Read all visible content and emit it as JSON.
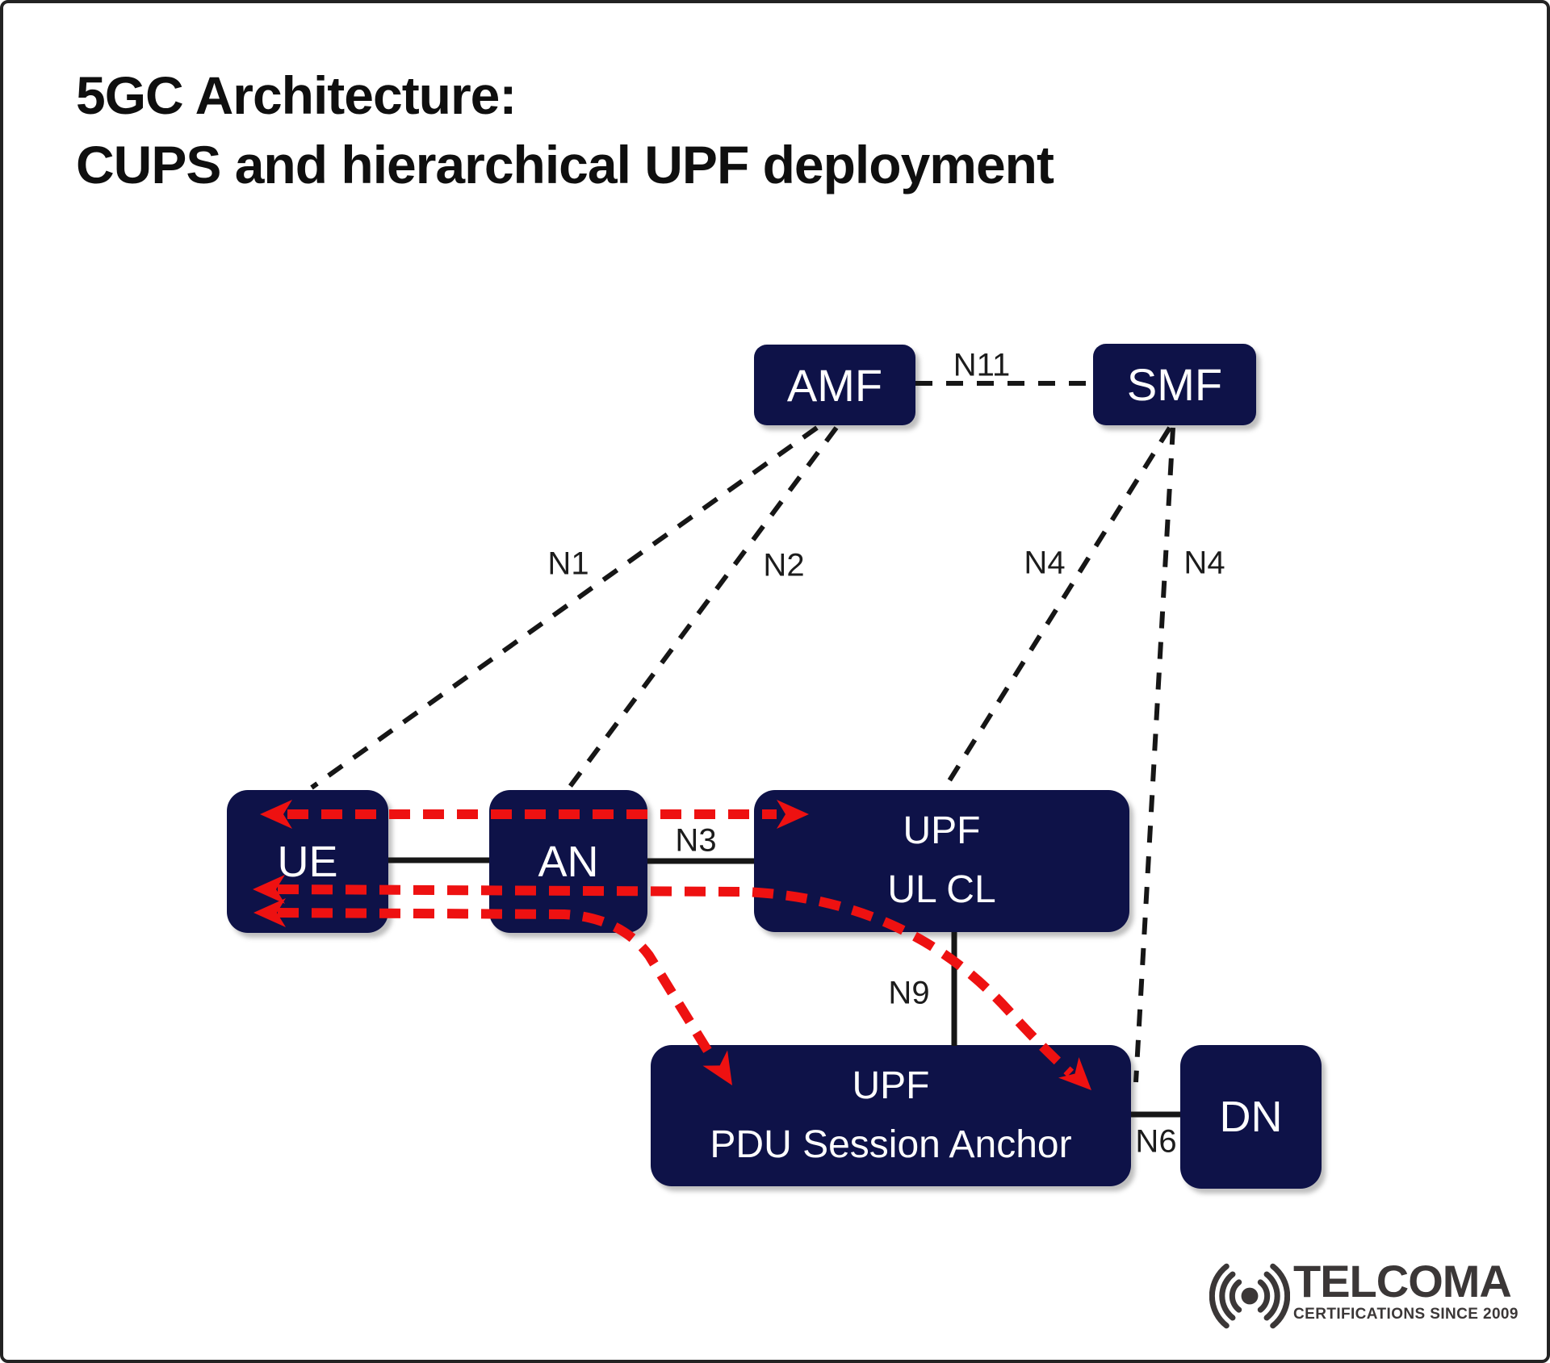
{
  "title": {
    "line1": "5GC Architecture:",
    "line2": "CUPS and hierarchical UPF deployment"
  },
  "nodes": {
    "amf": {
      "label": "AMF"
    },
    "smf": {
      "label": "SMF"
    },
    "ue": {
      "label": "UE"
    },
    "an": {
      "label": "AN"
    },
    "upf_ulcl": {
      "line1": "UPF",
      "line2": "UL CL"
    },
    "upf_psa": {
      "line1": "UPF",
      "line2": "PDU Session Anchor"
    },
    "dn": {
      "label": "DN"
    }
  },
  "interface_labels": {
    "n11": "N11",
    "n1": "N1",
    "n2": "N2",
    "n4_left": "N4",
    "n4_right": "N4",
    "n3": "N3",
    "n9": "N9",
    "n6": "N6"
  },
  "colors": {
    "node_fill": "#0e1248",
    "node_text": "#ffffff",
    "control_plane_line": "#161616",
    "user_plane_flow_red": "#ee1111"
  },
  "logo": {
    "brand": "TELCOMA",
    "tagline": "CERTIFICATIONS SINCE 2009",
    "icon": "radio-signal-icon"
  }
}
